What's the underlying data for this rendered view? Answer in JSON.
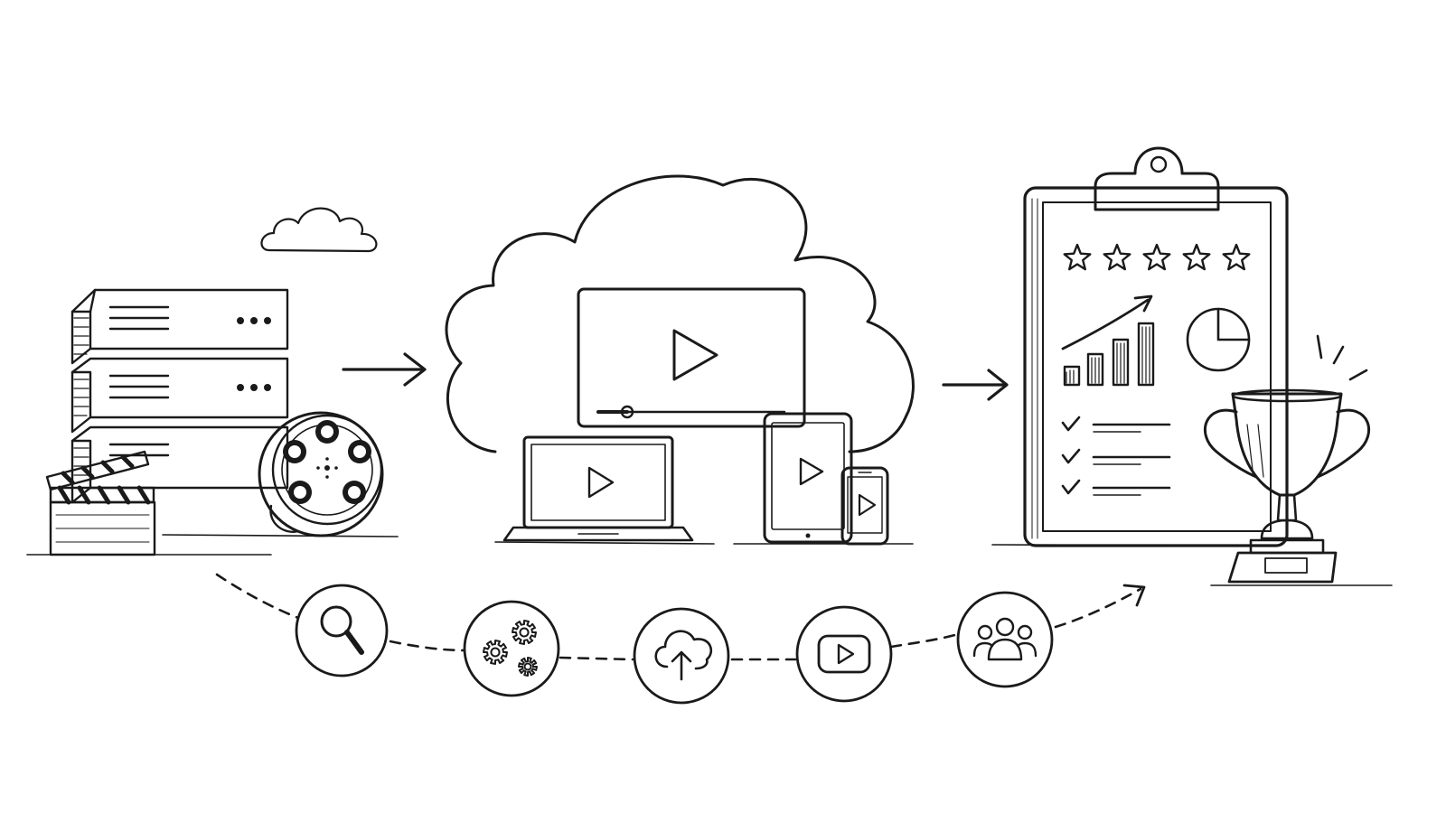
{
  "diagram": {
    "style": "hand-drawn sketch",
    "colors": {
      "ink": "#1a1a1a",
      "background": "#ffffff"
    },
    "stages": [
      {
        "id": "source",
        "icons": [
          "server-rack-icon",
          "film-reel-icon",
          "clapperboard-icon",
          "small-cloud-icon"
        ]
      },
      {
        "id": "cloud-delivery",
        "icons": [
          "cloud-icon",
          "video-player-icon",
          "laptop-icon",
          "tablet-icon",
          "phone-icon"
        ]
      },
      {
        "id": "evaluation",
        "icons": [
          "clipboard-icon",
          "star-rating-icon",
          "bar-chart-icon",
          "pie-chart-icon",
          "checklist-icon",
          "trophy-icon"
        ]
      }
    ],
    "rating": {
      "stars_filled": 0,
      "stars_total": 5
    },
    "workflow_steps": [
      {
        "icon": "search-icon"
      },
      {
        "icon": "gears-icon"
      },
      {
        "icon": "cloud-upload-icon"
      },
      {
        "icon": "play-button-icon"
      },
      {
        "icon": "audience-icon"
      }
    ]
  }
}
